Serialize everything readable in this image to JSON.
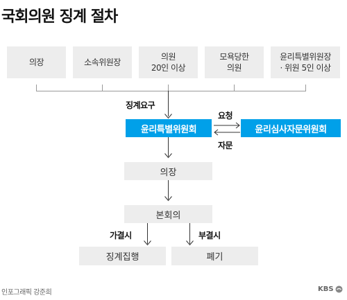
{
  "title": "국회의원 징계 절차",
  "requesters": [
    {
      "label": "의장"
    },
    {
      "label": "소속위원장"
    },
    {
      "label": "의원\n20인 이상"
    },
    {
      "label": "모욕당한\n의원"
    },
    {
      "label": "윤리특별위원장\n· 위원 5인 이상"
    }
  ],
  "labels": {
    "request_discipline": "징계요구",
    "request": "요청",
    "advice": "자문",
    "approved": "가결시",
    "rejected": "부결시"
  },
  "nodes": {
    "ethics_committee": "윤리특별위원회",
    "ethics_advisory": "윤리심사자문위원회",
    "speaker": "의장",
    "plenary": "본회의",
    "execution": "징계집행",
    "discard": "폐기"
  },
  "footer": {
    "credit": "인포그래픽 강준희",
    "logo": "KBS"
  },
  "colors": {
    "accent": "#00a0e9",
    "box": "#ededed"
  }
}
